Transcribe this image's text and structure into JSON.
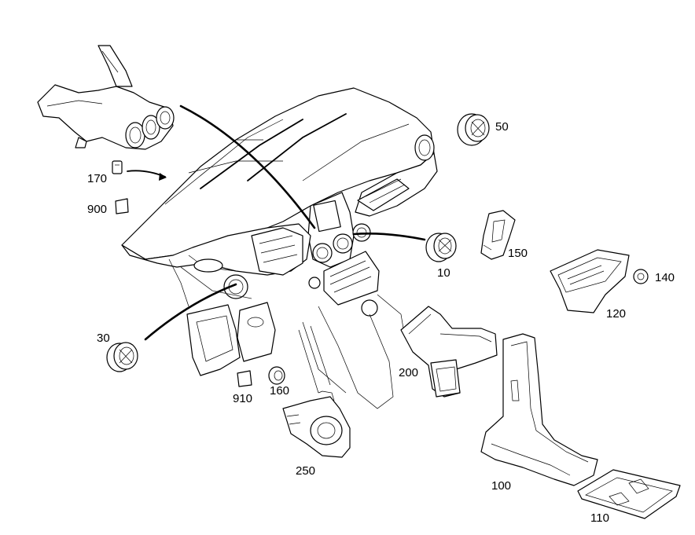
{
  "callouts": {
    "c10": "10",
    "c30": "30",
    "c50": "50",
    "c100": "100",
    "c110": "110",
    "c120": "120",
    "c140": "140",
    "c150": "150",
    "c160": "160",
    "c170": "170",
    "c200": "200",
    "c250": "250",
    "c900": "900",
    "c910": "910"
  }
}
